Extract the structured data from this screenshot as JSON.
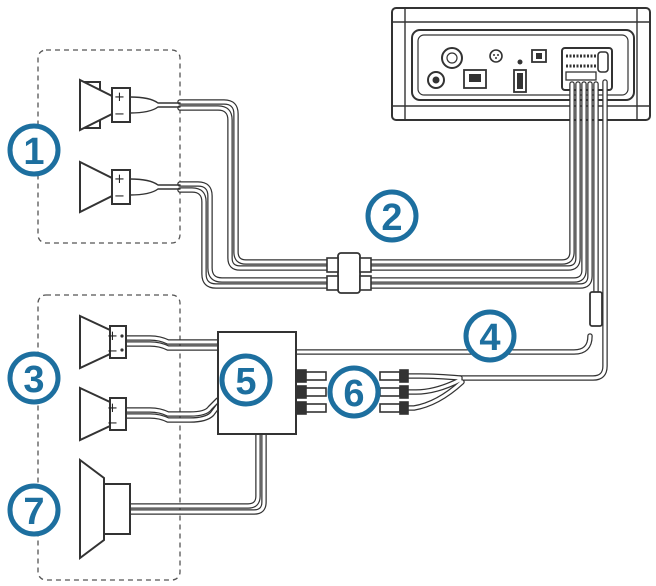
{
  "diagram": {
    "callouts": {
      "c1": "1",
      "c2": "2",
      "c3": "3",
      "c4": "4",
      "c5": "5",
      "c6": "6",
      "c7": "7"
    },
    "polarity": {
      "plus": "+",
      "minus": "−"
    },
    "colors": {
      "callout_fill": "#ffffff",
      "callout_stroke": "#1d6f9f",
      "callout_text": "#1d6f9f",
      "line": "#333333"
    },
    "icons": [
      "speaker-icon",
      "subwoofer-icon",
      "stereo-head-unit-icon",
      "splitter-connector-icon",
      "amplifier-box-icon",
      "rca-connector-icon"
    ]
  }
}
